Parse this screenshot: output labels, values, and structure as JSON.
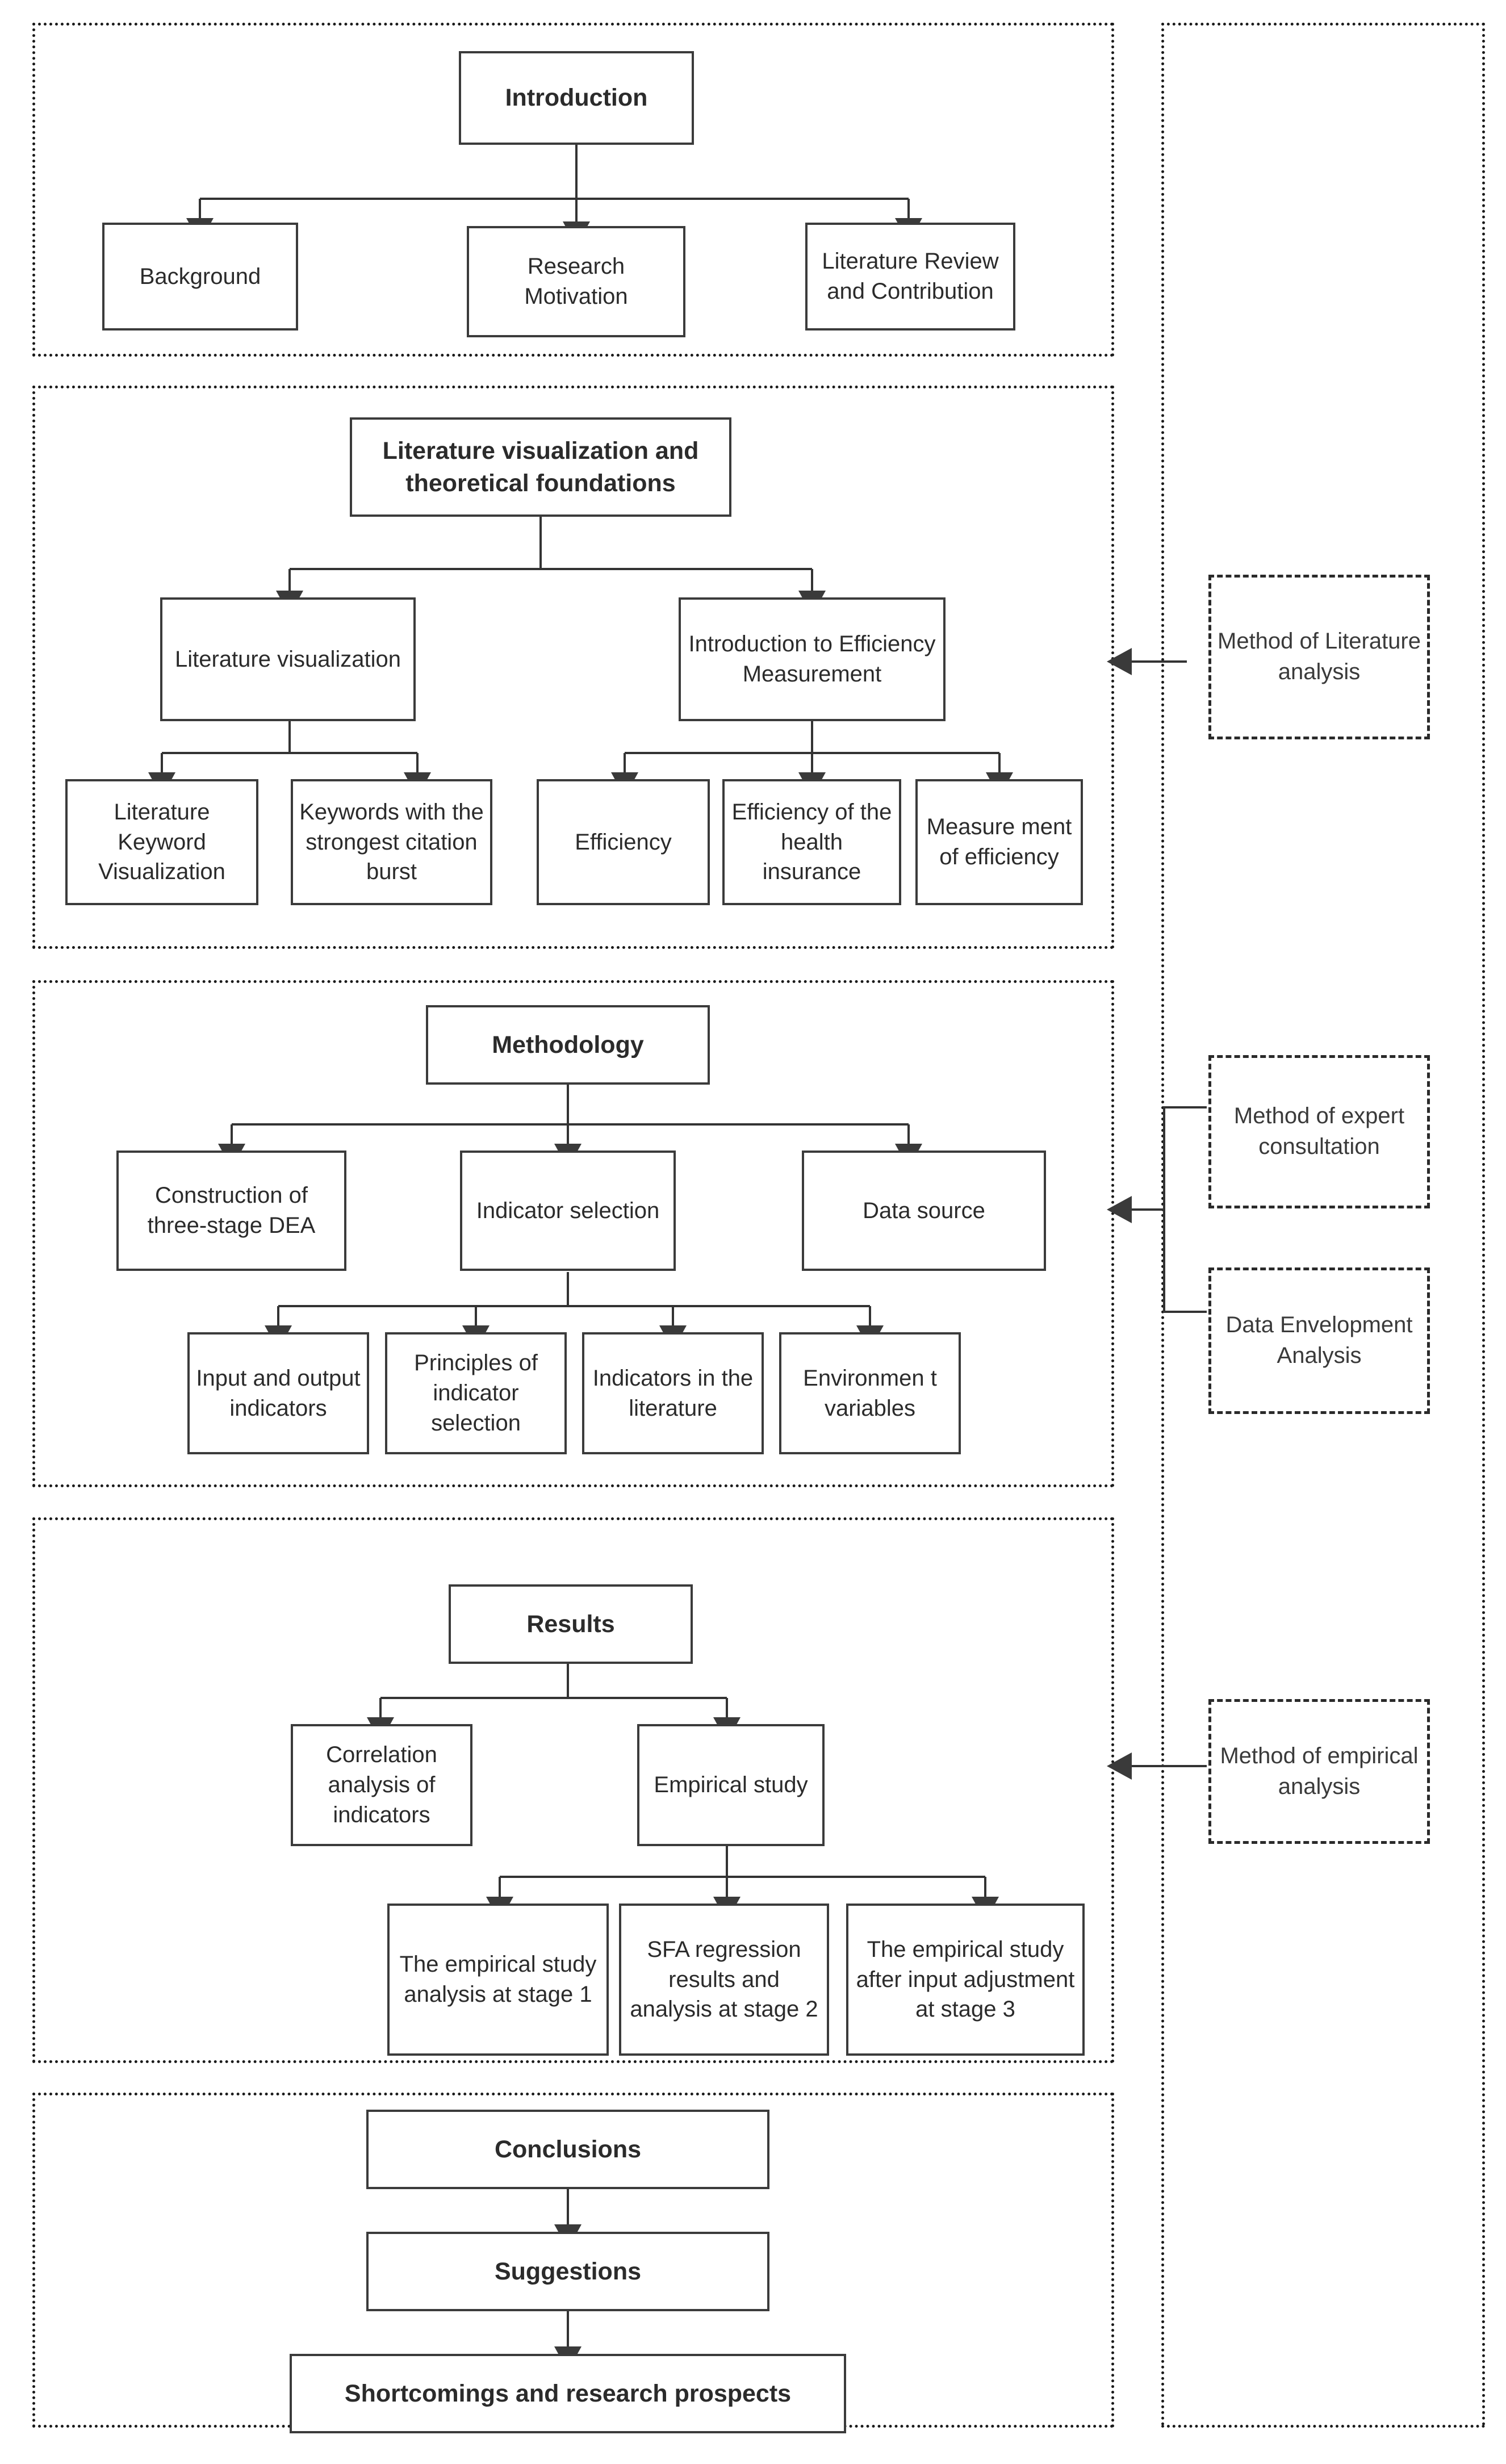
{
  "diagram": {
    "title": "Research framework flowchart",
    "accent_color": "#333333",
    "box_border_color": "#3b3b3b",
    "section_border_style": "dotted",
    "method_border_style": "dashed"
  },
  "sections": [
    {
      "id": "introduction",
      "root": "Introduction",
      "children": [
        "Background",
        "Research Motivation",
        "Literature Review and Contribution"
      ]
    },
    {
      "id": "literature",
      "root": "Literature visualization and theoretical foundations",
      "level2": [
        "Literature visualization",
        "Introduction to Efficiency Measurement"
      ],
      "level3_left": [
        "Literature Keyword Visualization",
        "Keywords with the strongest citation burst"
      ],
      "level3_right": [
        "Efficiency",
        "Efficiency of the health insurance",
        "Measure ment of efficiency"
      ]
    },
    {
      "id": "methodology",
      "root": "Methodology",
      "level2": [
        "Construction of three-stage DEA",
        "Indicator selection",
        "Data source"
      ],
      "level3": [
        "Input and output indicators",
        "Principles of indicator selection",
        "Indicators in the literature",
        "Environmen t variables"
      ]
    },
    {
      "id": "results",
      "root": "Results",
      "level2": [
        "Correlation analysis of indicators",
        "Empirical study"
      ],
      "level3": [
        "The empirical study analysis at stage 1",
        "SFA regression results and analysis at stage 2",
        "The empirical study after input adjustment at stage 3"
      ]
    },
    {
      "id": "conclusions",
      "chain": [
        "Conclusions",
        "Suggestions",
        "Shortcomings and research prospects"
      ]
    }
  ],
  "sidebar": {
    "methods": [
      {
        "id": "method-literature-analysis",
        "label": "Method of Literature analysis"
      },
      {
        "id": "method-expert-consultation",
        "label": "Method of expert consultation"
      },
      {
        "id": "method-data-envelopment-analysis",
        "label": "Data Envelopment Analysis"
      },
      {
        "id": "method-empirical-analysis",
        "label": "Method of empirical analysis"
      }
    ]
  }
}
